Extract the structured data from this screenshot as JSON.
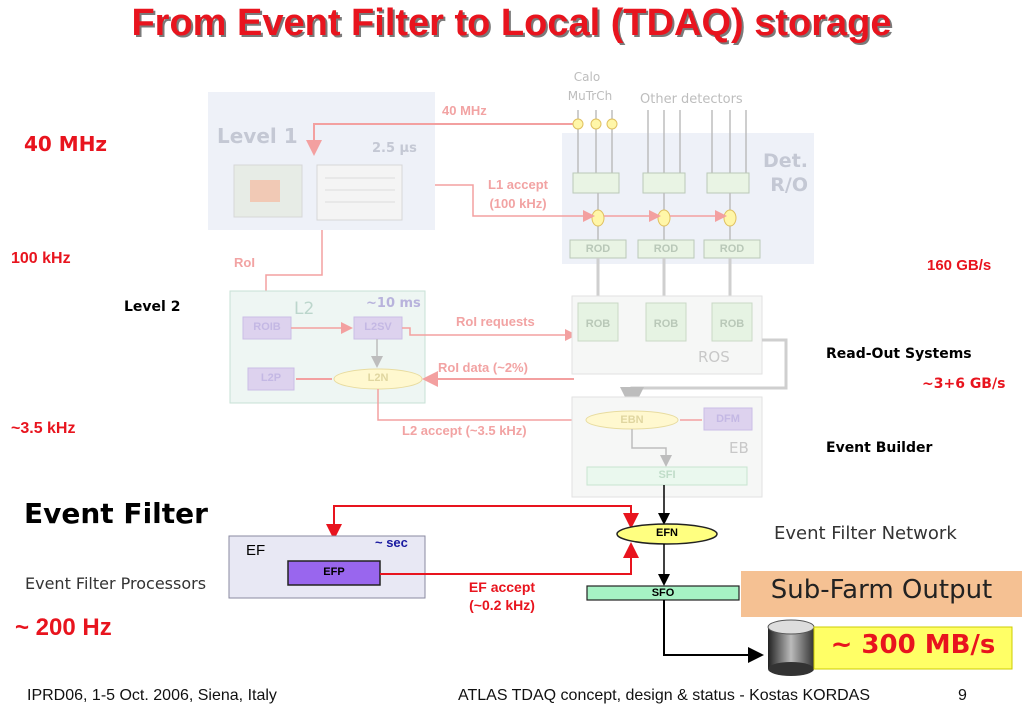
{
  "title": "From Event Filter to Local (TDAQ) storage",
  "left_rates": {
    "mhz40": "40 MHz",
    "khz100": "100 kHz",
    "level2": "Level 2",
    "khz3_5": "~3.5 kHz",
    "event_filter": "Event Filter",
    "event_filter_processors": "Event Filter Processors",
    "hz200": "~ 200 Hz"
  },
  "right_labels": {
    "gbs160": "160 GB/s",
    "read_out_systems": "Read-Out Systems",
    "gbs3_6": "~3+6 GB/s",
    "event_builder": "Event Builder",
    "event_filter_network": "Event Filter Network",
    "sub_farm_output": "Sub-Farm Output",
    "mbs300": "~ 300 MB/s"
  },
  "diagram": {
    "level1": "Level 1",
    "l1_latency": "2.5 μs",
    "calo": "Calo",
    "mutrch": "MuTrCh",
    "other_detectors": "Other detectors",
    "mhz40_link": "40 MHz",
    "det_ro_1": "Det.",
    "det_ro_2": "R/O",
    "l1_accept_1": "L1 accept",
    "l1_accept_2": "(100 kHz)",
    "rod": "ROD",
    "roi": "RoI",
    "l2": "L2",
    "l2_time": "~10 ms",
    "roib": "ROIB",
    "l2sv": "L2SV",
    "l2p": "L2P",
    "l2n": "L2N",
    "roi_requests": "RoI requests",
    "roi_data": "RoI data (~2%)",
    "rob": "ROB",
    "ros": "ROS",
    "ebn": "EBN",
    "dfm": "DFM",
    "eb": "EB",
    "sfi": "SFI",
    "l2_accept": "L2 accept (~3.5 kHz)",
    "efn": "EFN",
    "ef": "EF",
    "ef_time": "~ sec",
    "efp": "EFP",
    "ef_accept_1": "EF accept",
    "ef_accept_2": "(~0.2 kHz)",
    "sfo": "SFO"
  },
  "footer": {
    "left": "IPRD06, 1-5 Oct. 2006, Siena, Italy",
    "center": "ATLAS TDAQ concept, design & status - Kostas KORDAS",
    "page": "9"
  },
  "colors": {
    "title_red": "#e8141e",
    "efn_yellow": "#ffff80",
    "efp_purple": "#9966ee",
    "sfo_green": "#a6f2c4",
    "sfo_box": "#f5c193"
  }
}
